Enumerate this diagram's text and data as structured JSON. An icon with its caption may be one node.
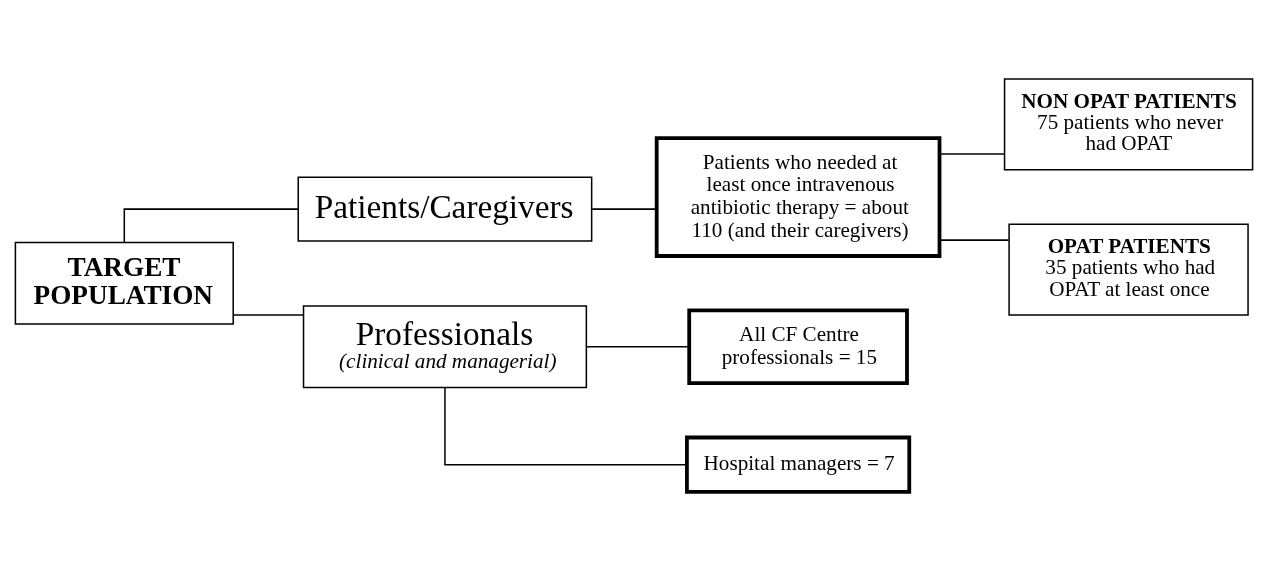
{
  "diagram": {
    "nodes": [
      {
        "text": [
          "TARGET POPULATION"
        ]
      },
      {
        "text": [
          "Patients/Caregivers"
        ]
      },
      {
        "text": [
          "Professionals",
          "(clinical and managerial)"
        ]
      },
      {
        "text": [
          "Patients who needed at least once intravenous antibiotic therapy = about 110 (and their caregivers)"
        ]
      },
      {
        "text": [
          "NON OPAT PATIENTS",
          "75 patients who never had OPAT"
        ]
      },
      {
        "text": [
          "OPAT PATIENTS",
          "35 patients who had OPAT at least once"
        ]
      },
      {
        "text": [
          "All CF Centre professionals = 15"
        ]
      },
      {
        "text": [
          "Hospital managers = 7"
        ]
      }
    ],
    "edges": [
      {
        "from": 0,
        "to": 1,
        "arrow": "none"
      },
      {
        "from": 0,
        "to": 2,
        "arrow": "none"
      },
      {
        "from": 1,
        "to": 3,
        "arrow": "none"
      },
      {
        "from": 3,
        "to": 4,
        "arrow": "none"
      },
      {
        "from": 3,
        "to": 5,
        "arrow": "none"
      },
      {
        "from": 2,
        "to": 6,
        "arrow": "none"
      },
      {
        "from": 2,
        "to": 7,
        "arrow": "none"
      }
    ]
  }
}
